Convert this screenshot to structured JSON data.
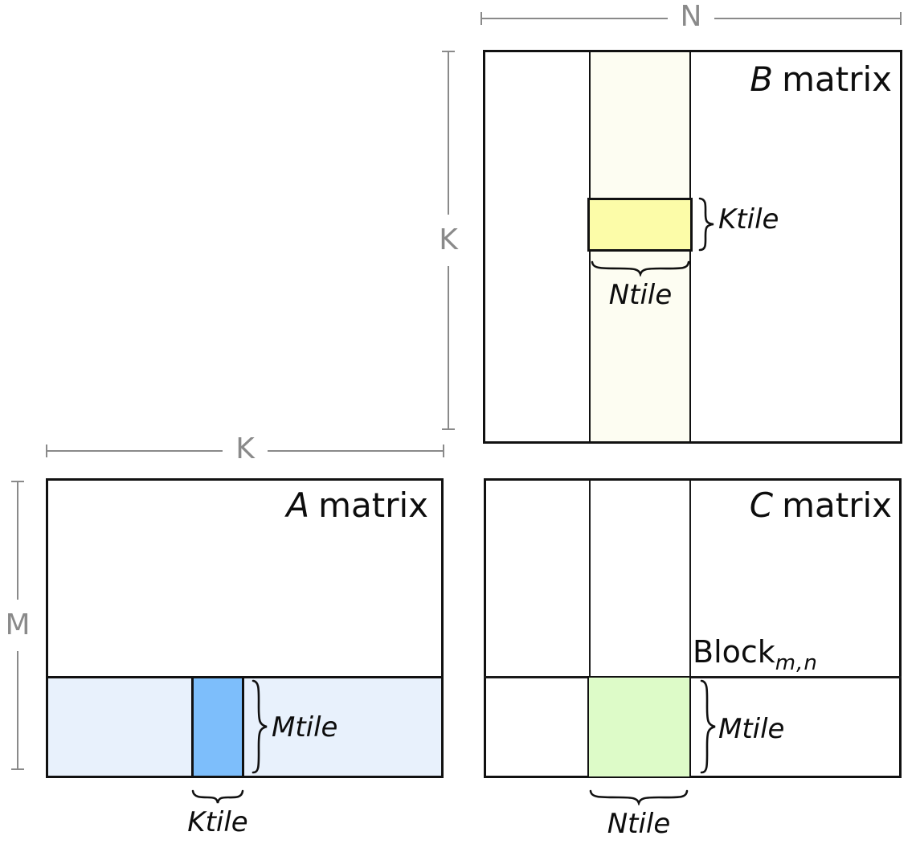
{
  "dims": {
    "n": "N",
    "k_vertical": "K",
    "k_horizontal": "K",
    "m": "M"
  },
  "b_matrix": {
    "title_letter": "B",
    "title_word": "matrix",
    "ktile": "Ktile",
    "ntile": "Ntile"
  },
  "a_matrix": {
    "title_letter": "A",
    "title_word": "matrix",
    "mtile": "Mtile",
    "ktile": "Ktile"
  },
  "c_matrix": {
    "title_letter": "C",
    "title_word": "matrix",
    "block": "Block",
    "block_subscript": "m,n",
    "mtile": "Mtile",
    "ntile": "Ntile"
  },
  "colors": {
    "b_strip": "#fdfdf2",
    "b_tile": "#fcfca8",
    "a_strip": "#e8f1fc",
    "a_tile": "#7dbefb",
    "c_tile": "#ddfbc8",
    "dim_gray": "#8a8a8a",
    "line_black": "#111111"
  }
}
